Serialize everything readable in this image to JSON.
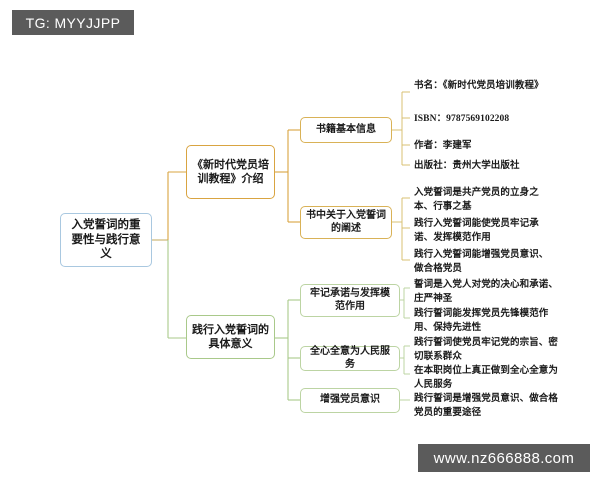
{
  "watermarks": {
    "top_left": "TG: MYYJJPP",
    "bottom_right": "www.nz666888.com"
  },
  "colors": {
    "root_border": "#a9c8e0",
    "branch_orange": "#d9a441",
    "branch_green": "#a9c98a",
    "watermark_bg": "#5b5b5b",
    "text": "#1a1a1a",
    "background": "#ffffff"
  },
  "mindmap": {
    "root": {
      "label": "入党誓词的重要性与践行意义"
    },
    "branches": [
      {
        "id": "branch-book-intro",
        "label": "《新时代党员培训教程》介绍",
        "color": "#d9a441",
        "children": [
          {
            "id": "topic-book-basic-info",
            "label": "书籍基本信息",
            "leaves": [
              "书名：《新时代党员培训教程》",
              "ISBN：9787569102208",
              "作者：李建军",
              "出版社：贵州大学出版社"
            ]
          },
          {
            "id": "topic-book-oath-discussion",
            "label": "书中关于入党誓词的阐述",
            "leaves": [
              "入党誓词是共产党员的立身之本、行事之基",
              "践行入党誓词能使党员牢记承诺、发挥模范作用",
              "践行入党誓词能增强党员意识、做合格党员"
            ]
          }
        ]
      },
      {
        "id": "branch-practice-meaning",
        "label": "践行入党誓词的具体意义",
        "color": "#a9c98a",
        "children": [
          {
            "id": "topic-remember-promise",
            "label": "牢记承诺与发挥模范作用",
            "leaves": [
              "誓词是入党人对党的决心和承诺、庄严神圣",
              "践行誓词能发挥党员先锋模范作用、保持先进性"
            ]
          },
          {
            "id": "topic-serve-people",
            "label": "全心全意为人民服务",
            "leaves": [
              "践行誓词使党员牢记党的宗旨、密切联系群众",
              "在本职岗位上真正做到全心全意为人民服务"
            ]
          },
          {
            "id": "topic-strengthen-awareness",
            "label": "增强党员意识",
            "leaves": [
              "践行誓词是增强党员意识、做合格党员的重要途径"
            ]
          }
        ]
      }
    ]
  }
}
